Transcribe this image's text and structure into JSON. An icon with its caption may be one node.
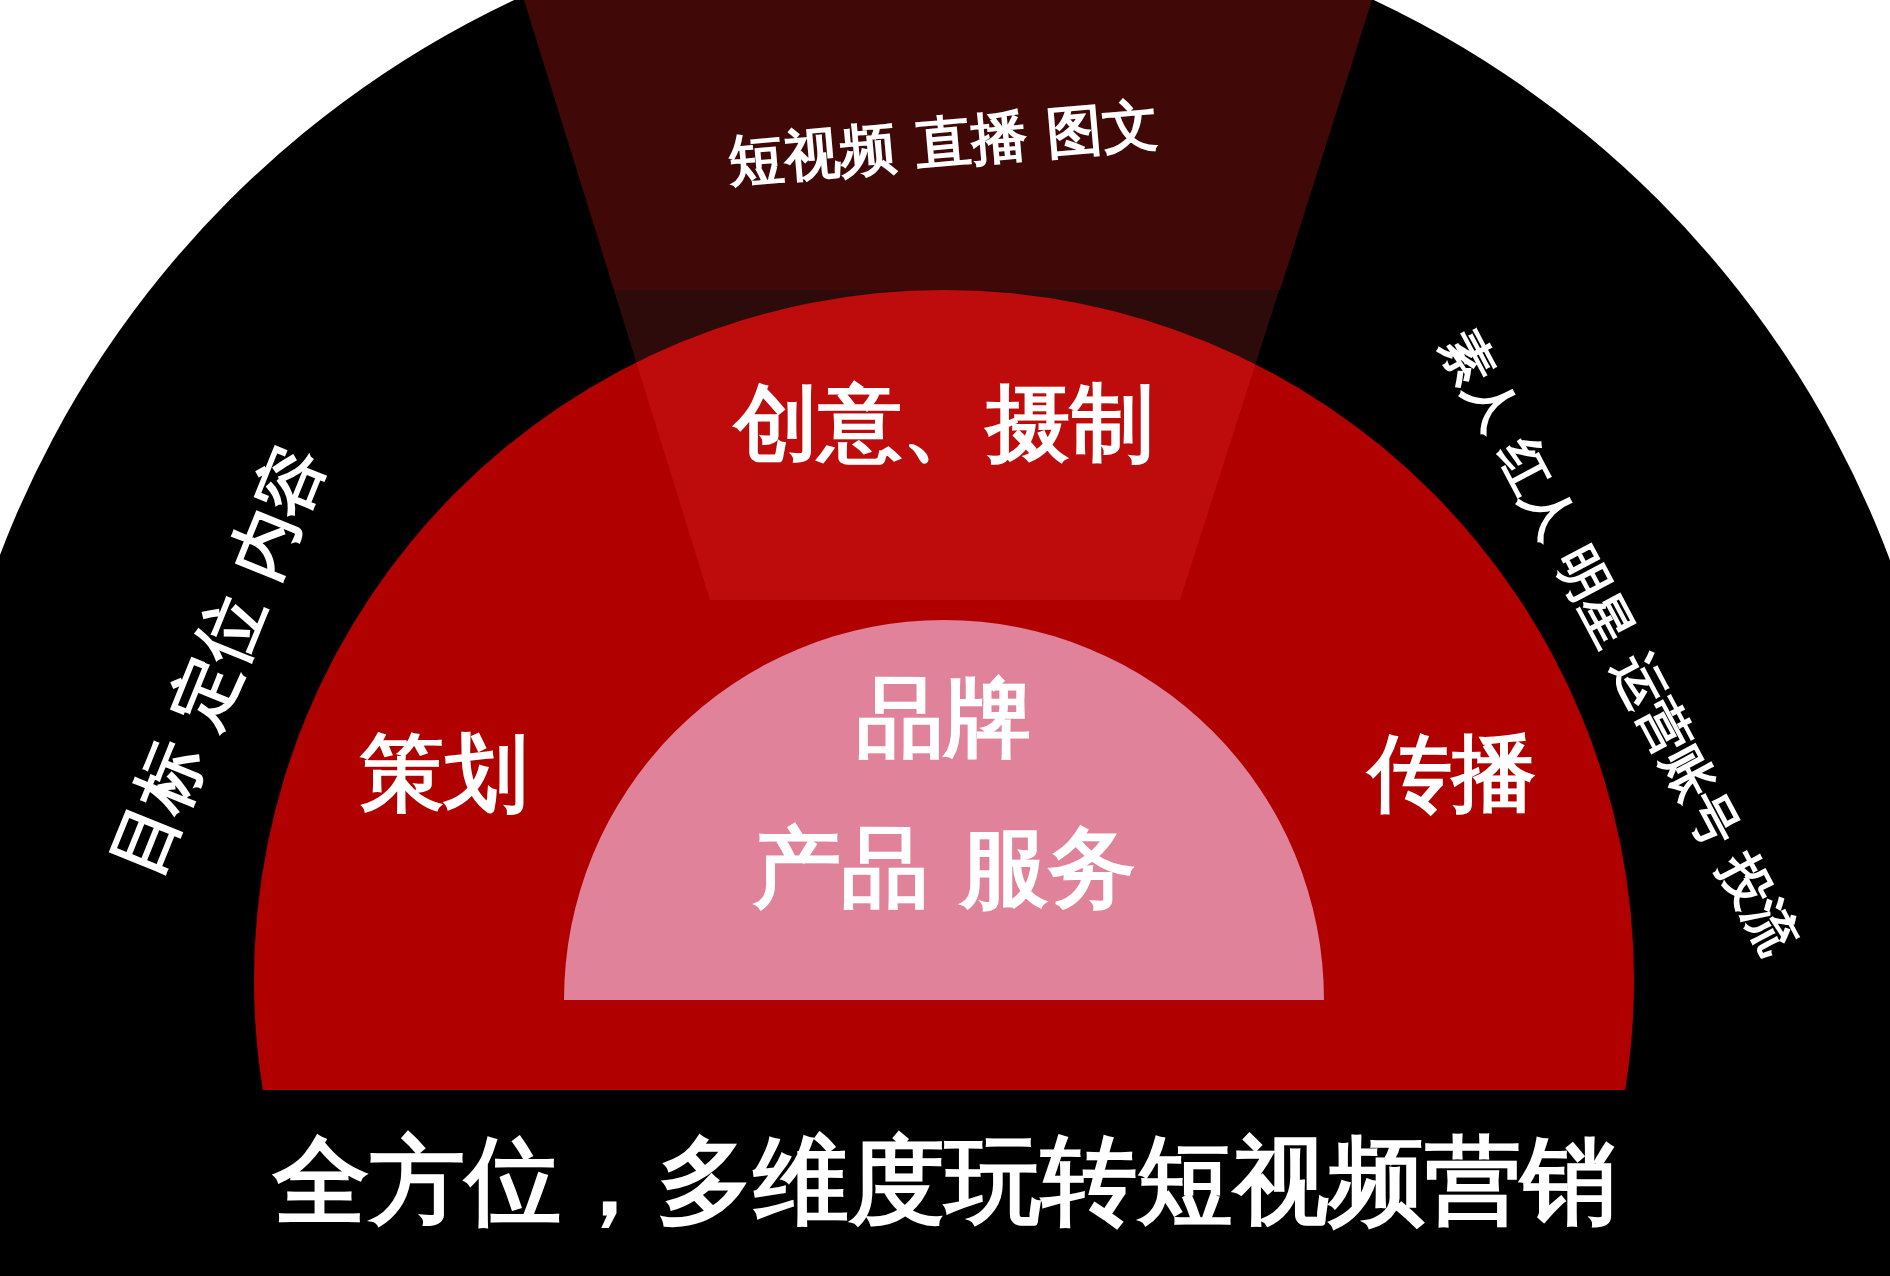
{
  "diagram": {
    "title": "全方位，多维度玩转短视频营销",
    "nodes": [
      {
        "text": [
          "目标 定位 内容",
          "素人 红人 明星 运营账号 投流"
        ]
      },
      {
        "text": [
          "短视频 直播 图文"
        ],
        "in": 0
      },
      {
        "text": [
          "创意、摄制",
          "策划",
          "传播"
        ],
        "in": 0
      },
      {
        "text": [
          "品牌",
          "产品 服务"
        ],
        "in": 2
      }
    ]
  }
}
